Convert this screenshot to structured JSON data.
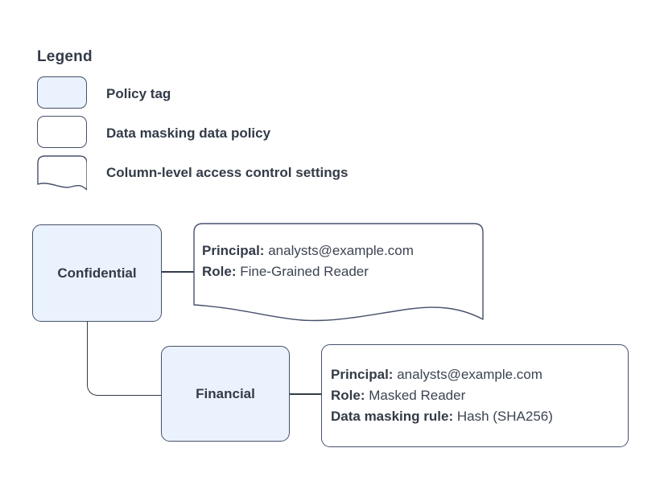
{
  "legend": {
    "title": "Legend",
    "items": [
      {
        "label": "Policy tag",
        "shape": "rounded-rect-filled",
        "fill": "#eaf2fd"
      },
      {
        "label": "Data masking data policy",
        "shape": "rounded-rect",
        "fill": "#ffffff"
      },
      {
        "label": "Column-level access control settings",
        "shape": "note-wavy-bottom",
        "fill": "#ffffff"
      }
    ]
  },
  "diagram": {
    "nodes": [
      {
        "id": "confidential",
        "label": "Confidential",
        "type": "policy-tag"
      },
      {
        "id": "financial",
        "label": "Financial",
        "type": "policy-tag"
      }
    ],
    "notes": [
      {
        "id": "confidential-access",
        "type": "column-level-access-control-settings",
        "lines": [
          {
            "key": "Principal:",
            "value": "analysts@example.com"
          },
          {
            "key": "Role:",
            "value": "Fine-Grained Reader"
          }
        ]
      },
      {
        "id": "financial-access",
        "type": "data-masking-data-policy",
        "lines": [
          {
            "key": "Principal:",
            "value": "analysts@example.com"
          },
          {
            "key": "Role:",
            "value": "Masked Reader"
          },
          {
            "key": "Data masking rule:",
            "value": "Hash (SHA256)"
          }
        ]
      }
    ],
    "edges": [
      {
        "from": "confidential",
        "to": "confidential-access"
      },
      {
        "from": "confidential",
        "to": "financial"
      },
      {
        "from": "financial",
        "to": "financial-access"
      }
    ]
  },
  "colors": {
    "node_fill": "#eaf2fd",
    "stroke": "#46506a",
    "text": "#333b48",
    "connector": "#333b48",
    "background": "#ffffff"
  }
}
